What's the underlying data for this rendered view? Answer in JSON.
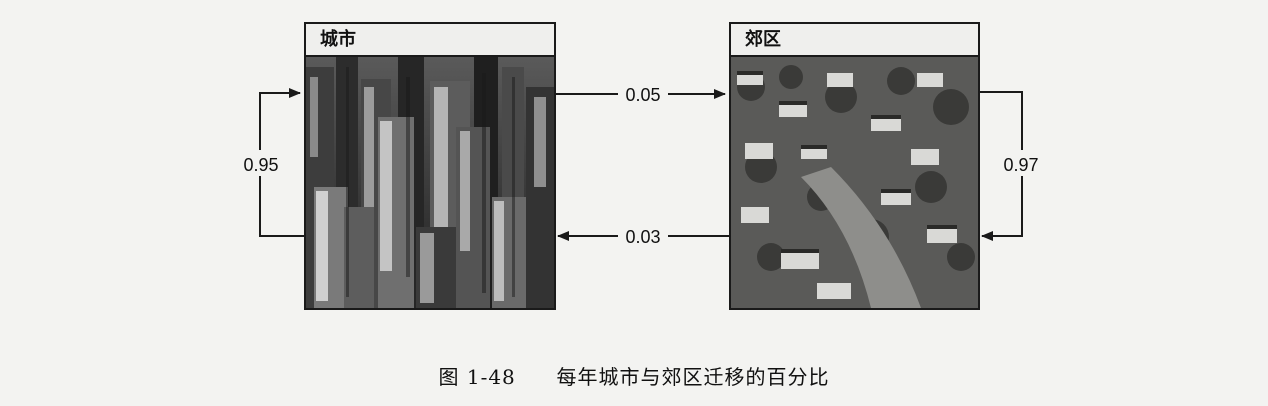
{
  "nodes": {
    "city": {
      "label": "城市"
    },
    "suburb": {
      "label": "郊区"
    }
  },
  "transitions": {
    "city_to_city": "0.95",
    "city_to_suburb": "0.05",
    "suburb_to_city": "0.03",
    "suburb_to_suburb": "0.97"
  },
  "caption": {
    "number": "图 1-48",
    "text": "每年城市与郊区迁移的百分比"
  }
}
